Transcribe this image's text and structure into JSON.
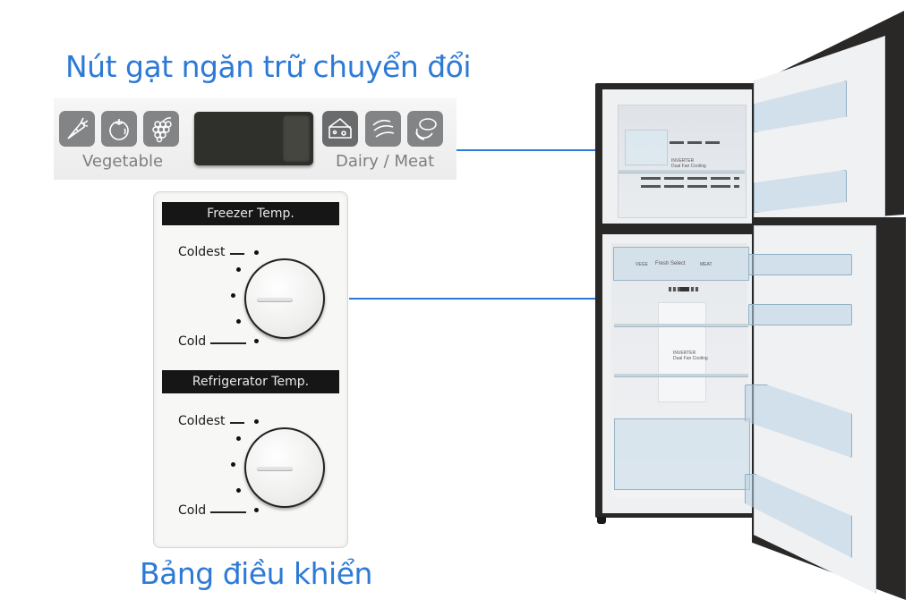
{
  "captions": {
    "top": "Nút gạt ngăn trữ chuyển đổi",
    "bottom": "Bảng điều khiển"
  },
  "switch_strip": {
    "left_label": "Vegetable",
    "right_label": "Dairy / Meat",
    "left_icons": [
      "carrot-icon",
      "tomato-icon",
      "grapes-icon"
    ],
    "right_icons": [
      "cheese-icon",
      "sausage-icon",
      "ham-icon"
    ],
    "slider_position": "right"
  },
  "control_panel": {
    "freezer": {
      "title": "Freezer Temp.",
      "top_label": "Coldest",
      "bottom_label": "Cold"
    },
    "refrigerator": {
      "title": "Refrigerator Temp.",
      "top_label": "Coldest",
      "bottom_label": "Cold"
    }
  },
  "fridge": {
    "freezer_text_1": "INVERTER",
    "freezer_text_2": "Dual Fan Cooling",
    "crisper_text": "Fresh Select",
    "crisper_left": "VEGE",
    "crisper_right": "MEAT",
    "mid_text_1": "INVERTER",
    "mid_text_2": "Dual Fan Cooling"
  },
  "colors": {
    "accent": "#2d7ad6",
    "panel_header": "#161616",
    "fridge_body": "#2a2827",
    "icon_tile": "#838485"
  }
}
